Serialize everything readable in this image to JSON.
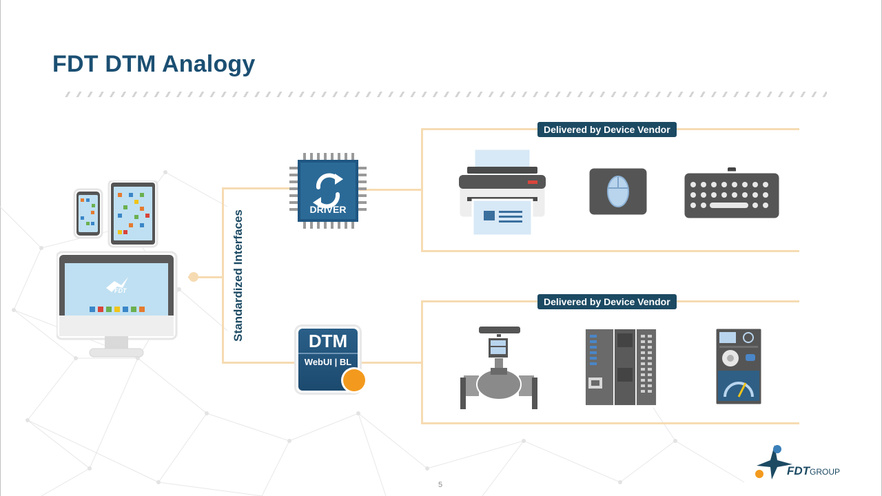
{
  "slide": {
    "title": "FDT DTM Analogy",
    "page_number": "5"
  },
  "left_label": "Standardized Interfaces",
  "top_group": {
    "banner": "Delivered by Device Vendor",
    "chip_label": "DRIVER",
    "devices": [
      "printer-icon",
      "mouse-icon",
      "keyboard-icon"
    ]
  },
  "bottom_group": {
    "banner": "Delivered by Device Vendor",
    "dtm_title": "DTM",
    "dtm_subtitle": "WebUI | BL",
    "devices": [
      "valve-icon",
      "plc-icon",
      "drive-controller-icon"
    ]
  },
  "host_devices": {
    "monitor_brand": "FDT",
    "items": [
      "smartphone-icon",
      "tablet-icon",
      "desktop-monitor-icon"
    ]
  },
  "logo": {
    "brand": "FDT",
    "suffix": "GROUP"
  },
  "colors": {
    "title": "#1b4f72",
    "banner_bg": "#1c4a63",
    "connector": "#f6dbb2",
    "driver_blue": "#2b6a97",
    "accent_orange": "#f39a1e"
  }
}
